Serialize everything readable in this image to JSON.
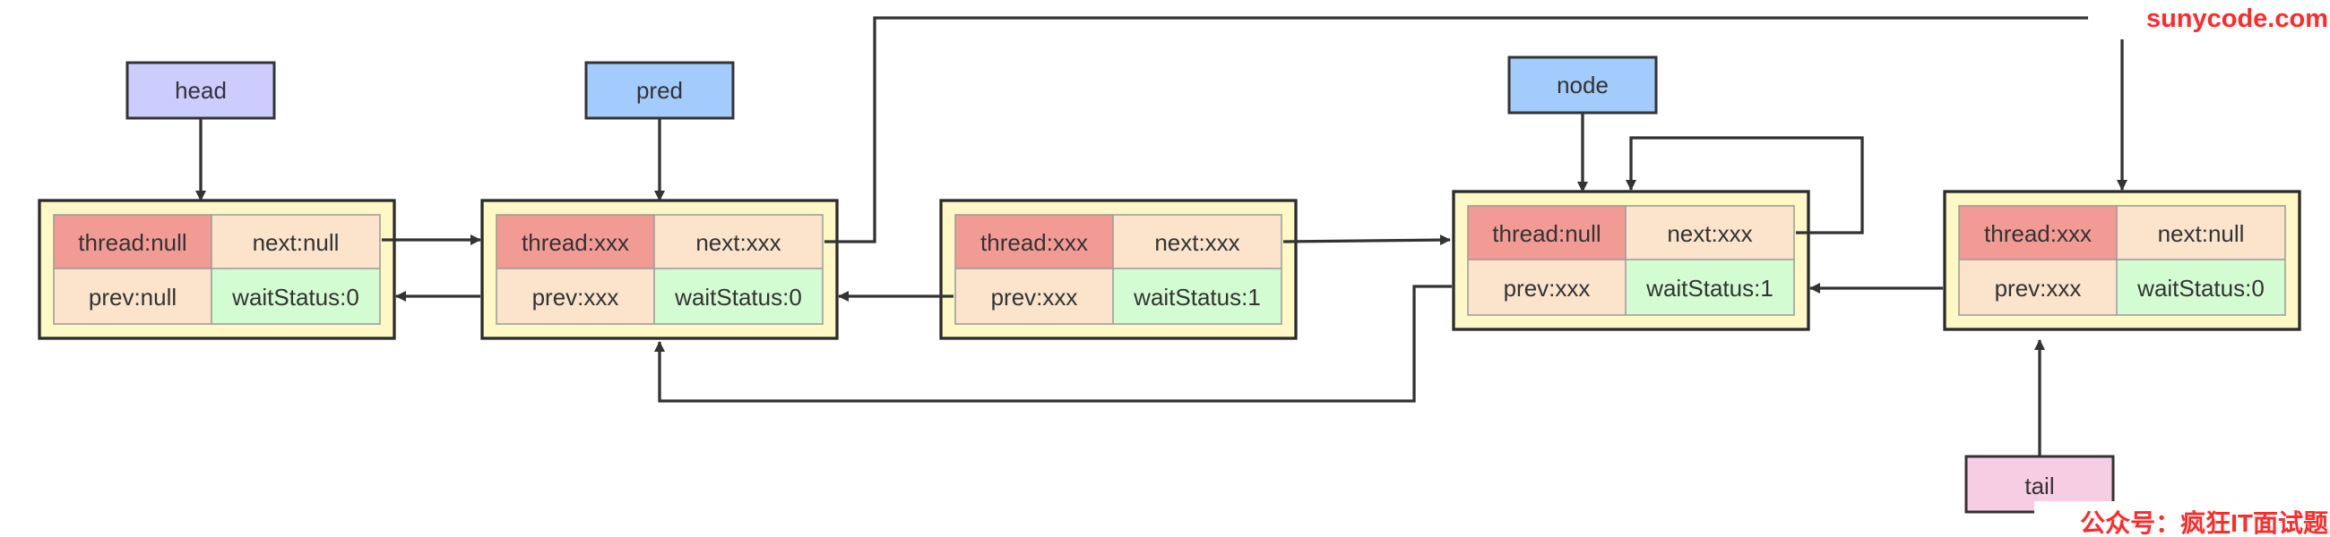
{
  "colors": {
    "thread_cell": "#f29b94",
    "field_cell": "#fbe3cc",
    "wait_cell": "#d4fcd2",
    "head_label": "#ccccff",
    "pred_label": "#a3cbfb",
    "node_label": "#a3cbfb",
    "tail_label": "#f7cde3",
    "watermark": "#ff2a2a"
  },
  "labels": {
    "head": "head",
    "pred": "pred",
    "node": "node",
    "tail": "tail"
  },
  "nodes": [
    {
      "thread": "thread:null",
      "next": "next:null",
      "prev": "prev:null",
      "waitStatus": "waitStatus:0"
    },
    {
      "thread": "thread:xxx",
      "next": "next:xxx",
      "prev": "prev:xxx",
      "waitStatus": "waitStatus:0"
    },
    {
      "thread": "thread:xxx",
      "next": "next:xxx",
      "prev": "prev:xxx",
      "waitStatus": "waitStatus:1"
    },
    {
      "thread": "thread:null",
      "next": "next:xxx",
      "prev": "prev:xxx",
      "waitStatus": "waitStatus:1"
    },
    {
      "thread": "thread:xxx",
      "next": "next:null",
      "prev": "prev:xxx",
      "waitStatus": "waitStatus:0"
    }
  ],
  "watermark": {
    "site": "sunycode.com",
    "footer": "公众号：疯狂IT面试题"
  }
}
